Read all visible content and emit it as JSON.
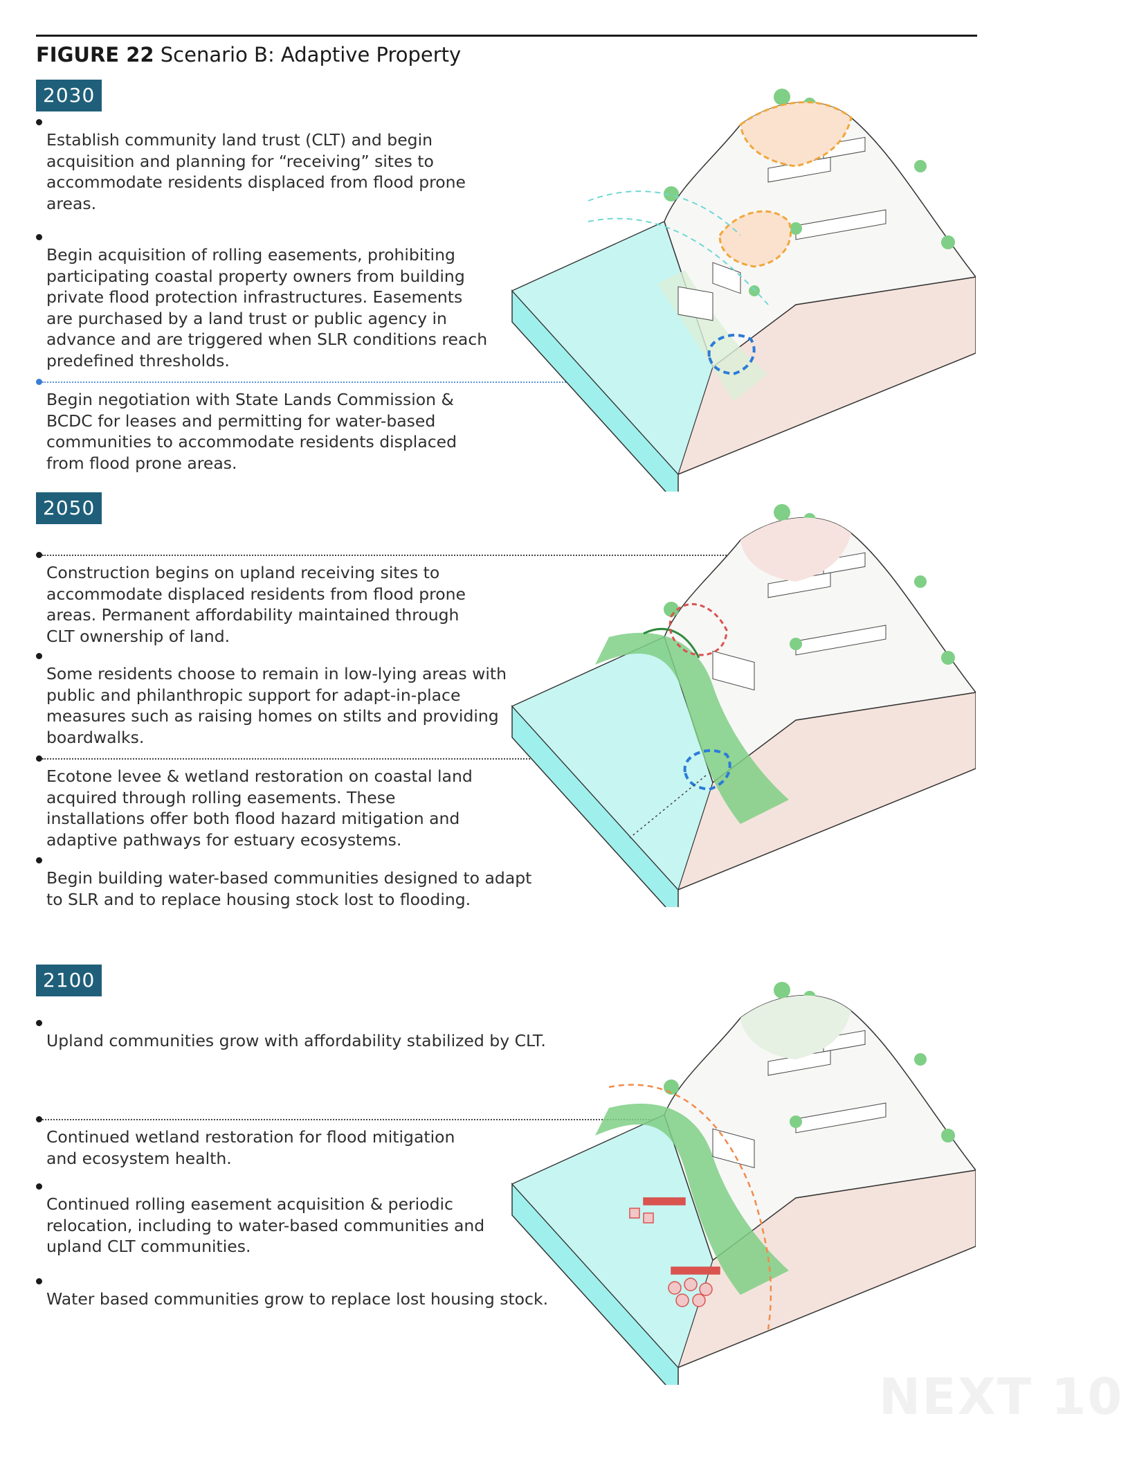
{
  "figure": {
    "label": "FIGURE 22",
    "title": "Scenario B: Adaptive Property"
  },
  "watermark": "NEXT 10",
  "sections": [
    {
      "year": "2030",
      "items": [
        "Establish community land trust (CLT) and begin acquisition and planning for “receiving” sites to accommodate residents displaced from flood prone areas.",
        "Begin acquisition of rolling easements, prohibiting participating coastal property owners from building private flood protection infrastructures. Easements are purchased by a land trust or public agency in advance and are triggered when SLR conditions reach predefined thresholds.",
        "Begin negotiation with State Lands Commission & BCDC for leases and permitting for water-based communities to accommodate residents displaced from flood prone areas."
      ]
    },
    {
      "year": "2050",
      "items": [
        "Construction begins on upland receiving sites to accommodate displaced residents from flood prone areas. Permanent affordability maintained through CLT ownership of land.",
        "Some residents choose to remain in low-lying areas with public and philanthropic support for adapt-in-place measures such as raising homes on stilts and providing boardwalks.",
        "Ecotone levee & wetland restoration on coastal land acquired through rolling easements. These installations offer both flood hazard mitigation and adaptive pathways for estuary ecosystems.",
        "Begin building water-based communities designed to adapt to SLR and to replace housing stock lost to flooding."
      ]
    },
    {
      "year": "2100",
      "items": [
        "Upland communities grow with affordability stabilized by CLT.",
        "Continued wetland restoration for flood mitigation and ecosystem health.",
        "Continued rolling easement acquisition & periodic relocation, including to water-based communities and upland CLT communities.",
        "Water based communities grow to replace lost housing stock."
      ]
    }
  ]
}
